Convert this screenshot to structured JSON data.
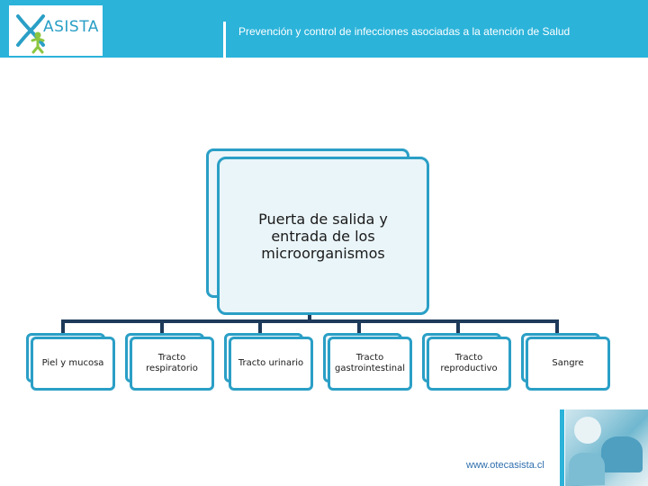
{
  "header": {
    "logo_text": "ASISTA",
    "title": "Prevención y control de infecciones asociadas a la atención de Salud"
  },
  "diagram": {
    "root_label": "Puerta de salida y entrada de los microorganismos",
    "children": [
      {
        "label": "Piel y mucosa"
      },
      {
        "label": "Tracto respiratorio"
      },
      {
        "label": "Tracto urinario"
      },
      {
        "label": "Tracto gastrointestinal"
      },
      {
        "label": "Tracto reproductivo"
      },
      {
        "label": "Sangre"
      }
    ]
  },
  "footer": {
    "url": "www.otecasista.cl"
  },
  "colors": {
    "header_bg": "#2bb3da",
    "node_border": "#2a9fc6",
    "connector": "#1e3a5a"
  },
  "icons": {
    "logo": "asista-logo-icon"
  }
}
